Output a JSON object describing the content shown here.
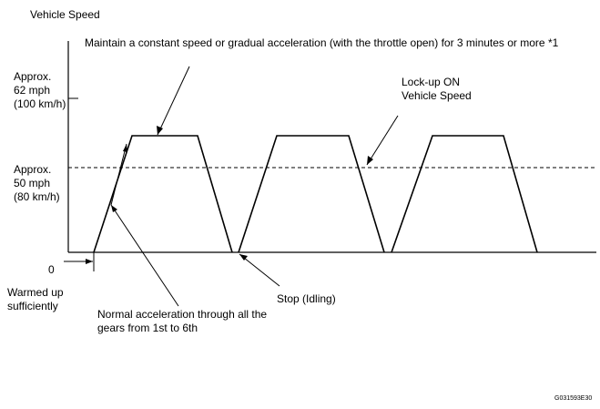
{
  "diagram": {
    "y_axis_title": "Vehicle Speed",
    "instruction": "Maintain a constant speed or gradual acceleration (with the throttle open) for 3 minutes or more *1",
    "speed_high": {
      "line1": "Approx.",
      "line2": "62 mph",
      "line3": "(100 km/h)"
    },
    "speed_lockup": {
      "line1": "Approx.",
      "line2": "50 mph",
      "line3": "(80 km/h)"
    },
    "zero_label": "0",
    "lockup_label": {
      "line1": "Lock-up ON",
      "line2": "Vehicle Speed"
    },
    "warmed_label": {
      "line1": "Warmed up",
      "line2": "sufficiently"
    },
    "stop_label": "Stop (Idling)",
    "accel_label": {
      "line1": "Normal acceleration through all the",
      "line2": "gears from 1st to 6th"
    },
    "figure_code": "G031593E30"
  }
}
